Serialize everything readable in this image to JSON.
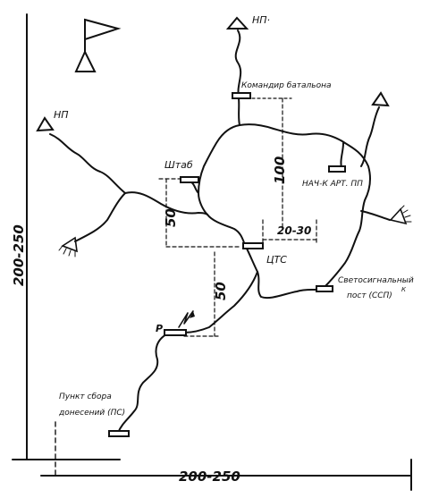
{
  "labels": {
    "np_top": "НП·",
    "np_left": "НП",
    "battalion_commander": "Командир батальона",
    "hq": "Штаб",
    "art_chief": "НАЧ-К АРТ. ПП",
    "tsc": "ЦТС",
    "signal_post_line1": "Светосигнальный",
    "signal_post_line2": "пост (ССП)",
    "signal_post_mark": "К",
    "report_point_line1": "Пункт сбора",
    "report_point_line2": "донесений (ПС)",
    "marker_r": "Р"
  },
  "dimensions": {
    "d100": "100",
    "d50_upper": "50",
    "d50_lower": "50",
    "d20_30": "20-30",
    "d200_250_bottom": "200-250",
    "d200_250_left": "200-250"
  }
}
